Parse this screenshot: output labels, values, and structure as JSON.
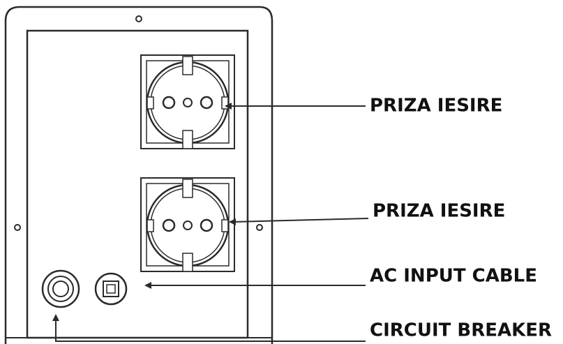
{
  "labels": {
    "outlet_top": "PRIZA IESIRE",
    "outlet_bottom": "PRIZA IESIRE",
    "ac_input": "AC INPUT CABLE",
    "breaker": "CIRCUIT BREAKER"
  },
  "colors": {
    "line": "#2a2a2a",
    "text": "#111111",
    "background": "#ffffff"
  }
}
